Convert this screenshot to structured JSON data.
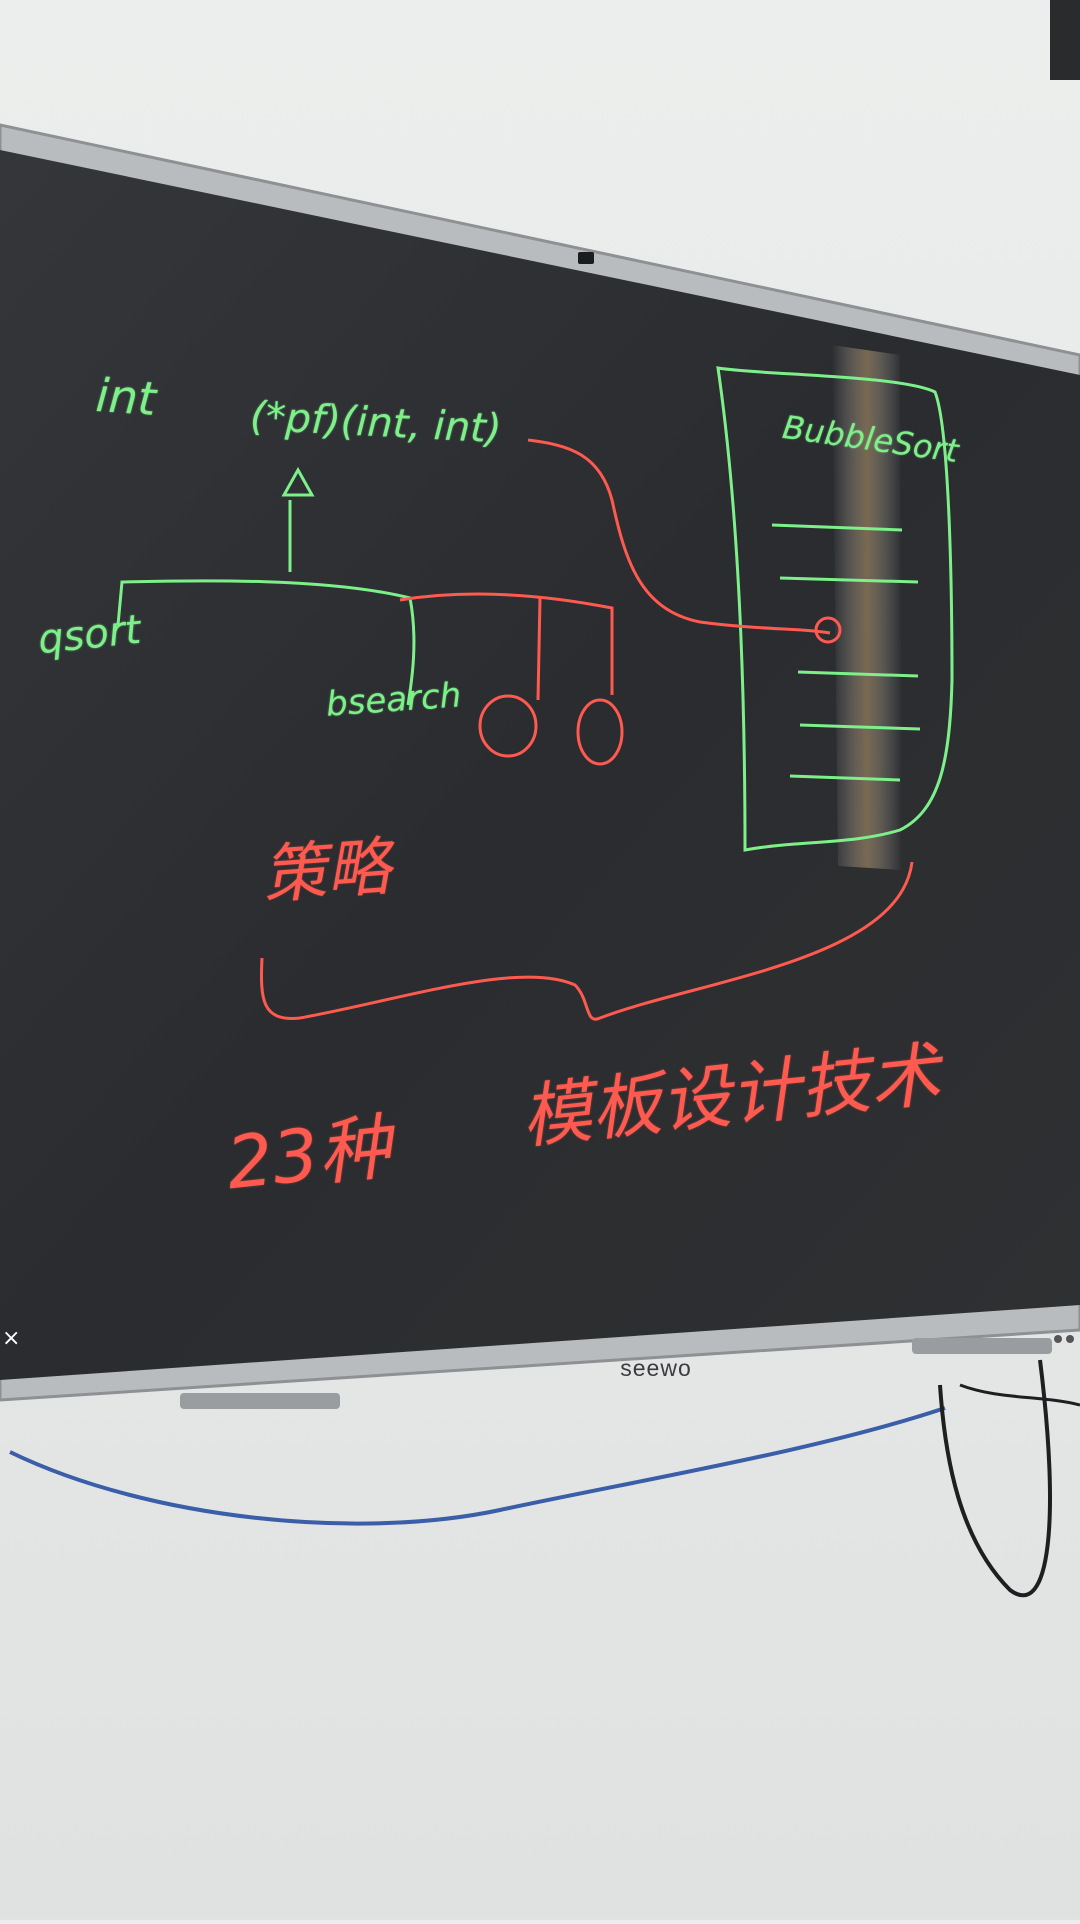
{
  "photo": {
    "device_brand": "seewo",
    "colors": {
      "wall": "#e8eaea",
      "board_screen": "#2d2f31",
      "bezel": "#b9bcbe",
      "green_ink": "#7df08a",
      "red_ink": "#ff5a4f",
      "blue_cable": "#3b5ea8"
    }
  },
  "board": {
    "green_text": {
      "declaration_type": "int",
      "function_pointer": "(*pf)(int, int)",
      "left_label": "qsort",
      "middle_label": "bsearch",
      "box_title": "BubbleSort"
    },
    "red_text": {
      "middle_note": "策略",
      "bottom_left": "23种",
      "bottom_right": "模板设计技术"
    }
  }
}
